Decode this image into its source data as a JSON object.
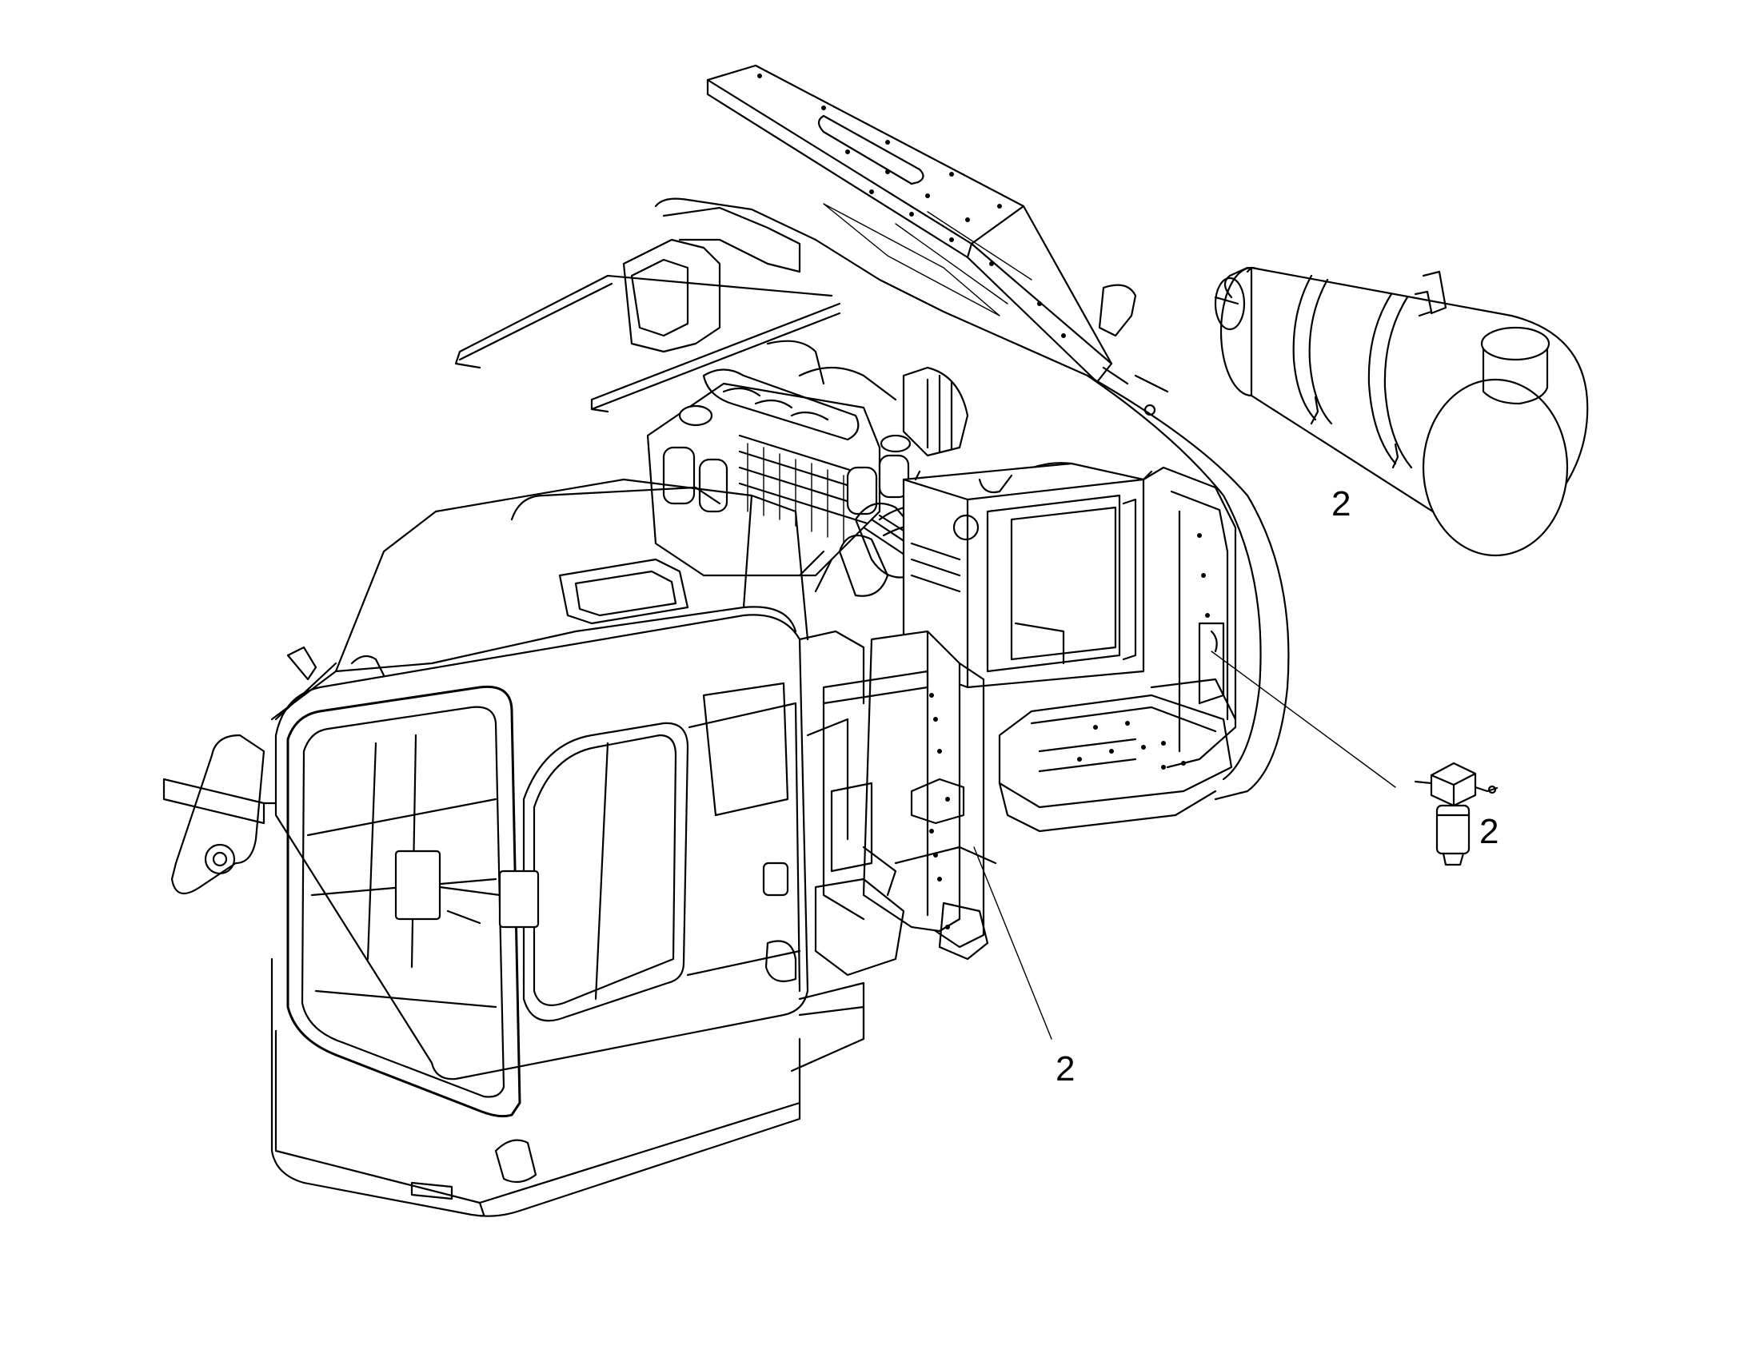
{
  "callouts": [
    {
      "id": "muffler",
      "label": "2"
    },
    {
      "id": "fuel-filter",
      "label": "2"
    },
    {
      "id": "mount-bracket",
      "label": "2"
    }
  ]
}
